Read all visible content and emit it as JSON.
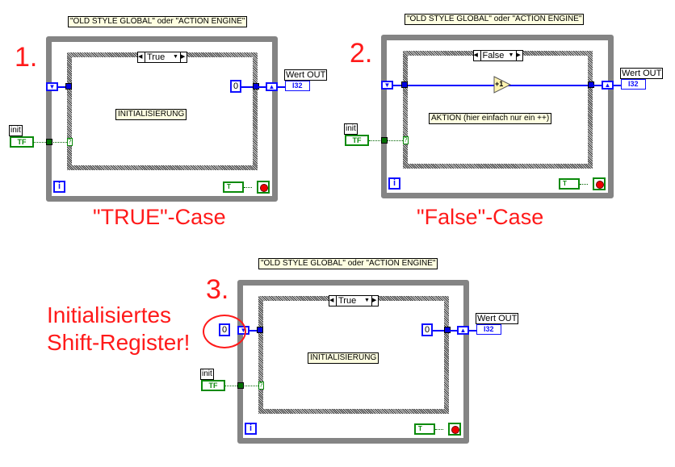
{
  "panels": [
    {
      "number": "1.",
      "title": "\"OLD STYLE GLOBAL\" oder \"ACTION ENGINE\"",
      "case_value": "True",
      "inner_label": "INITIALISIERUNG",
      "caption": "\"TRUE\"-Case",
      "constant": "0",
      "output_label": "Wert OUT",
      "output_type": "I32",
      "input_label": "init",
      "input_type": "TF",
      "iteration": "i",
      "stop_type": "T"
    },
    {
      "number": "2.",
      "title": "\"OLD STYLE GLOBAL\" oder \"ACTION ENGINE\"",
      "case_value": "False",
      "inner_label": "AKTION (hier einfach nur ein ++)",
      "caption": "\"False\"-Case",
      "increment": "+1",
      "output_label": "Wert OUT",
      "output_type": "I32",
      "input_label": "init",
      "input_type": "TF",
      "iteration": "i",
      "stop_type": "T"
    },
    {
      "number": "3.",
      "title": "\"OLD STYLE GLOBAL\" oder \"ACTION ENGINE\"",
      "case_value": "True",
      "inner_label": "INITIALISIERUNG",
      "constant": "0",
      "init_constant": "0",
      "output_label": "Wert OUT",
      "output_type": "I32",
      "input_label": "init",
      "input_type": "TF",
      "iteration": "i",
      "stop_type": "T"
    }
  ],
  "annotation": {
    "line1": "Initialisiertes",
    "line2": "Shift-Register!"
  },
  "colors": {
    "annotation": "#ff1a1a",
    "loop": "#848484",
    "wire_numeric": "#0000ff",
    "wire_boolean": "#006400"
  }
}
